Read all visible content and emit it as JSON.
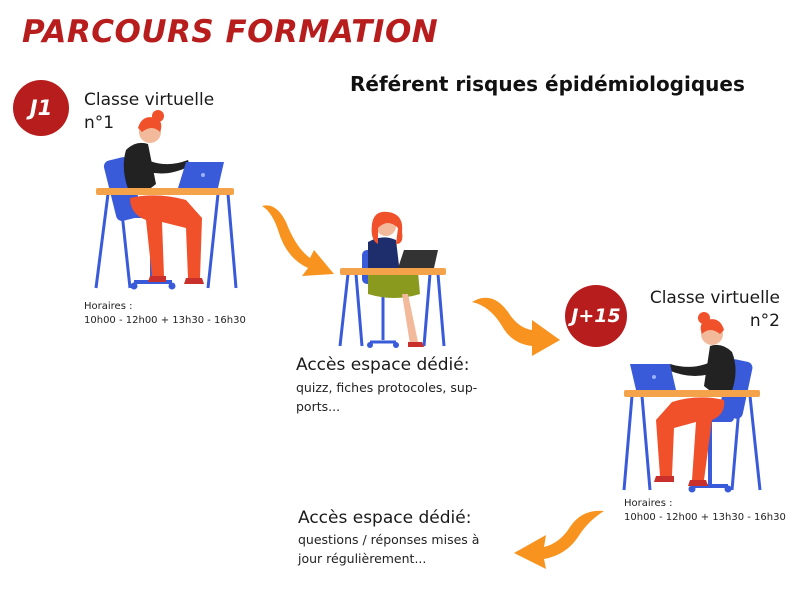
{
  "title": "PARCOURS FORMATION",
  "subtitle": "Référent risques épidémiologiques",
  "colors": {
    "title_red": "#b71d1d",
    "arrow_orange": "#f7931e",
    "chair_blue": "#3a5bd9",
    "desk_orange": "#f5a34a",
    "pants_red": "#f0502a"
  },
  "steps": {
    "step1": {
      "badge": "J1",
      "label_line1": "Classe virtuelle",
      "label_line2": "n°1",
      "hours_label": "Horaires :",
      "hours_value": "10h00 - 12h00 + 13h30 - 16h30",
      "icon": "woman-at-laptop-illustration"
    },
    "access1": {
      "title": "Accès espace dédié:",
      "desc_line1": "quizz, fiches protocoles, sup-",
      "desc_line2": "ports...",
      "icon": "woman-at-laptop-illustration"
    },
    "step2": {
      "badge": "J+15",
      "label_line1": "Classe virtuelle",
      "label_line2": "n°2",
      "hours_label": "Horaires :",
      "hours_value": "10h00 - 12h00 + 13h30 - 16h30",
      "icon": "woman-at-laptop-illustration"
    },
    "access2": {
      "title": "Accès espace dédié:",
      "desc_line1": "questions / réponses mises à",
      "desc_line2": "jour régulièrement...",
      "icon": "curved-arrow-icon"
    }
  }
}
